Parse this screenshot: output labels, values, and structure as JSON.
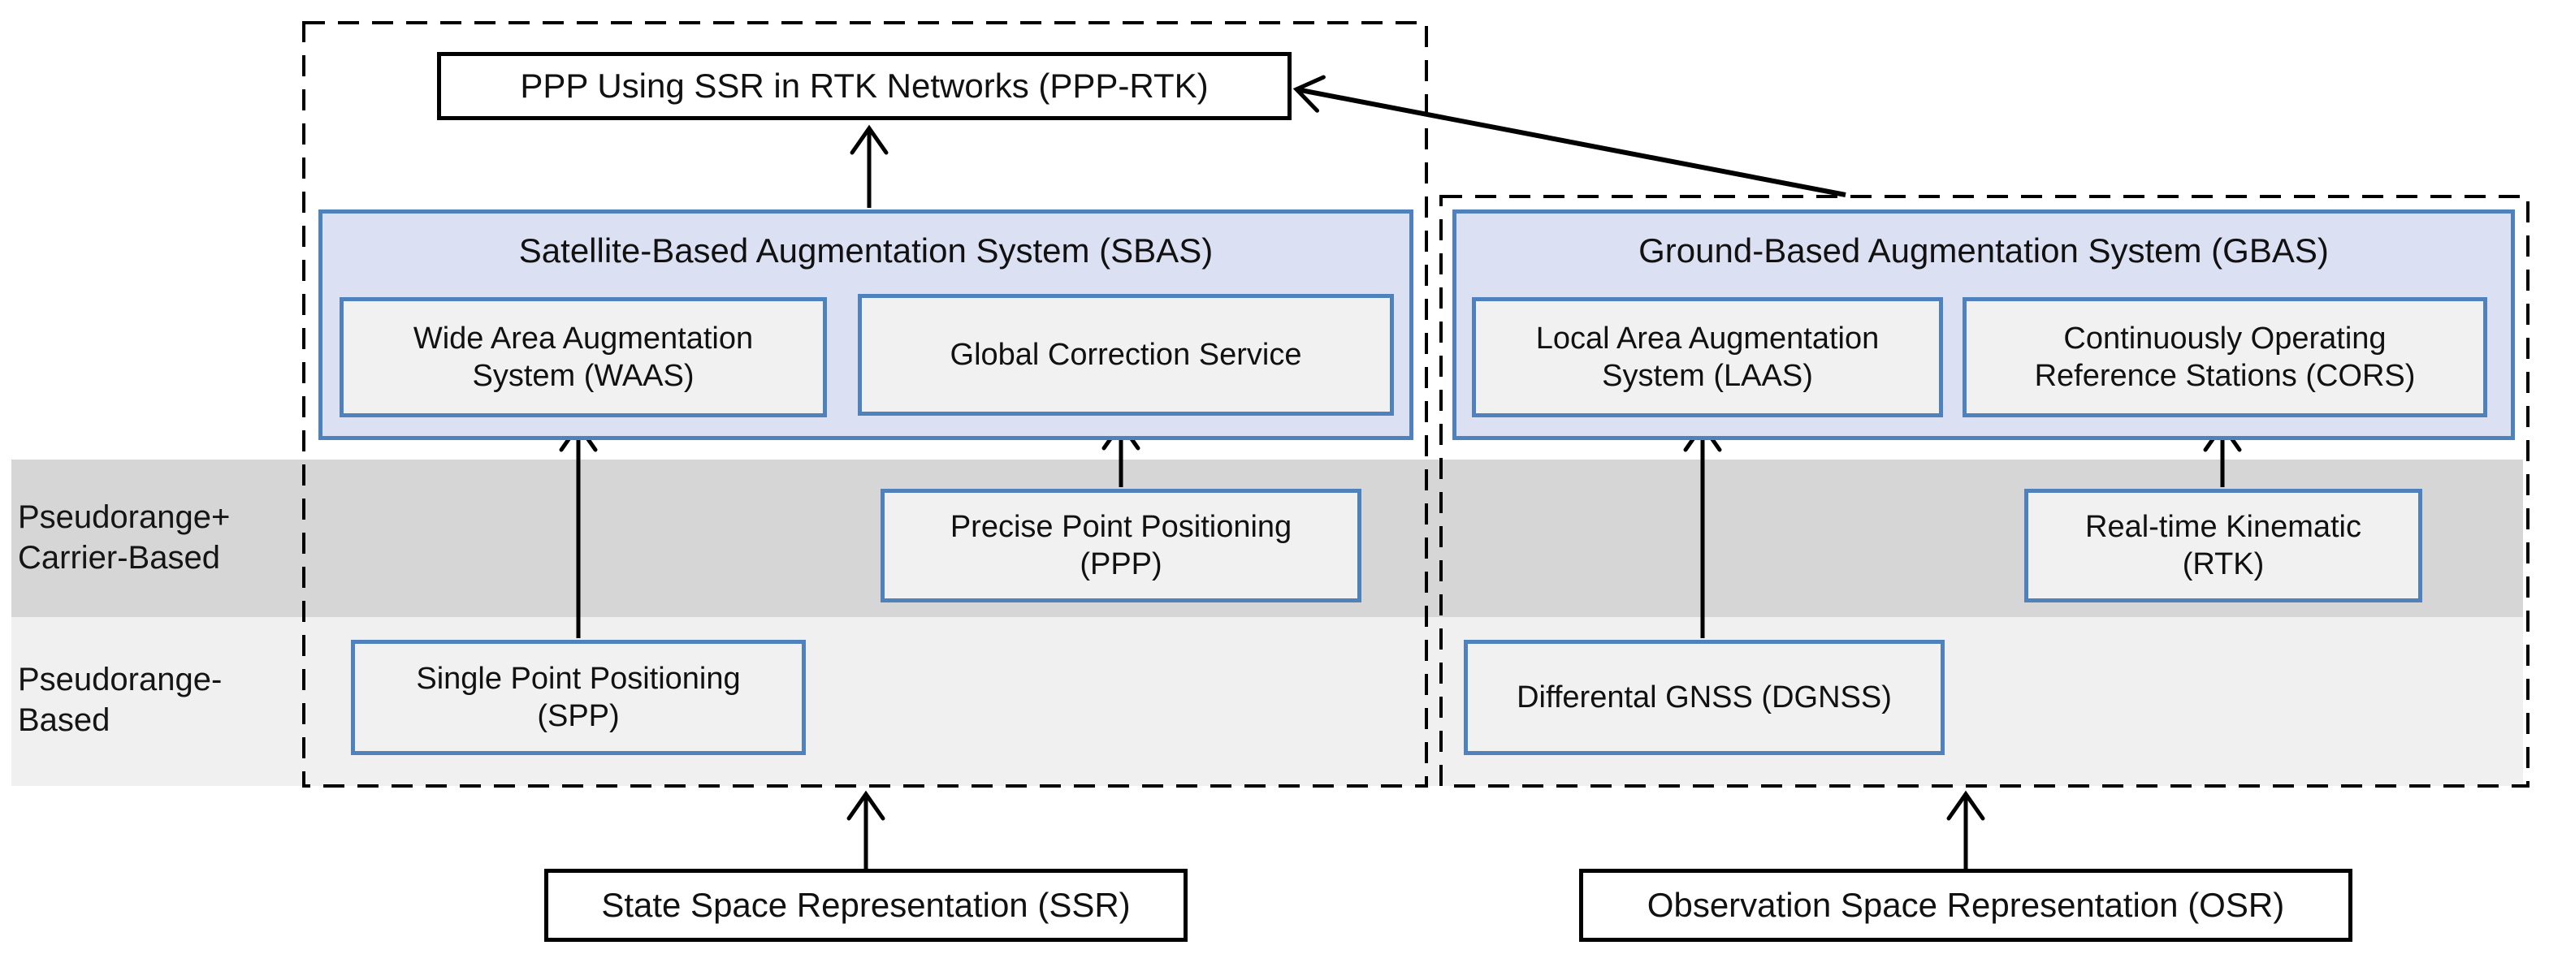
{
  "top_box": {
    "label": "PPP Using SSR in RTK Networks (PPP-RTK)"
  },
  "bands": {
    "carrier": {
      "line1": "Pseudorange+",
      "line2": "Carrier-Based"
    },
    "pseudorange": {
      "line1": "Pseudorange-",
      "line2": "Based"
    }
  },
  "sbas": {
    "title": "Satellite-Based Augmentation System (SBAS)",
    "waas": {
      "line1": "Wide Area Augmentation",
      "line2": "System (WAAS)"
    },
    "gcs": {
      "line1": "Global Correction Service"
    }
  },
  "gbas": {
    "title": "Ground-Based Augmentation System (GBAS)",
    "laas": {
      "line1": "Local Area Augmentation",
      "line2": "System (LAAS)"
    },
    "cors": {
      "line1": "Continuously Operating",
      "line2": "Reference Stations (CORS)"
    }
  },
  "nodes": {
    "ppp": {
      "line1": "Precise Point Positioning",
      "line2": "(PPP)"
    },
    "rtk": {
      "line1": "Real-time Kinematic",
      "line2": "(RTK)"
    },
    "spp": {
      "line1": "Single Point Positioning",
      "line2": "(SPP)"
    },
    "dgnss": {
      "line1": "Differental GNSS (DGNSS)"
    }
  },
  "bottom_boxes": {
    "ssr": "State Space Representation (SSR)",
    "osr": "Observation Space Representation (OSR)"
  },
  "colors": {
    "accent_blue": "#4f81bd",
    "container_fill": "#dbe1f2",
    "node_fill": "#f1f1f2",
    "band_dark": "#d6d6d6",
    "band_light": "#f0f0f1",
    "connector_black": "#000000"
  }
}
